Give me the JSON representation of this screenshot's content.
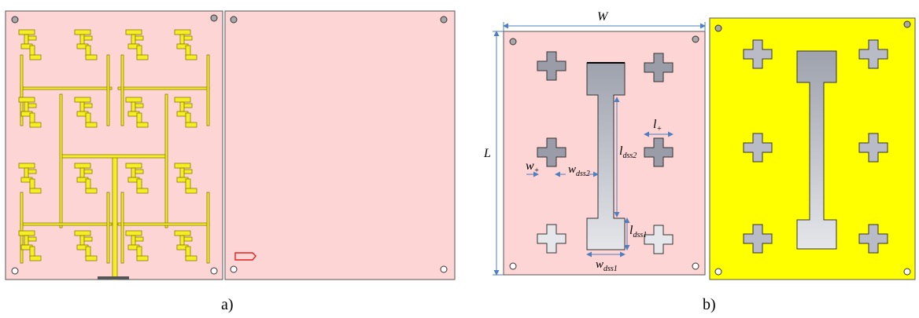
{
  "captions": {
    "a": "a)",
    "b": "b)"
  },
  "labels": {
    "W": "W",
    "L": "L",
    "l_plus": "l",
    "l_plus_sub": "+",
    "w_plus": "w",
    "w_plus_sub": "+",
    "w_dss2": "w",
    "w_dss2_sub": "dss2",
    "l_dss2": "l",
    "l_dss2_sub": "dss2",
    "l_dss1": "l",
    "l_dss1_sub": "dss1",
    "w_dss1": "w",
    "w_dss1_sub": "dss1"
  },
  "colors": {
    "substrate": "#fdd5d5",
    "copper": "#f5ee26",
    "ground_yellow": "#ffff00",
    "slot_gray": "#b9bcc6",
    "dim_line": "#4f7fbf"
  }
}
